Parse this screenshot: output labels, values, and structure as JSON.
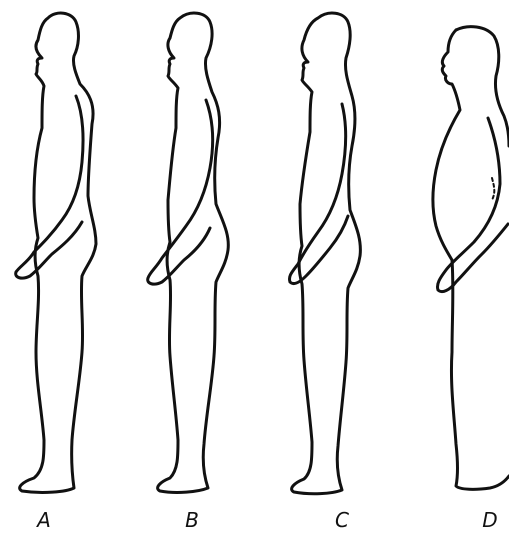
{
  "figure": {
    "postures": [
      {
        "label": "A"
      },
      {
        "label": "B"
      },
      {
        "label": "C"
      },
      {
        "label": "D"
      }
    ]
  }
}
